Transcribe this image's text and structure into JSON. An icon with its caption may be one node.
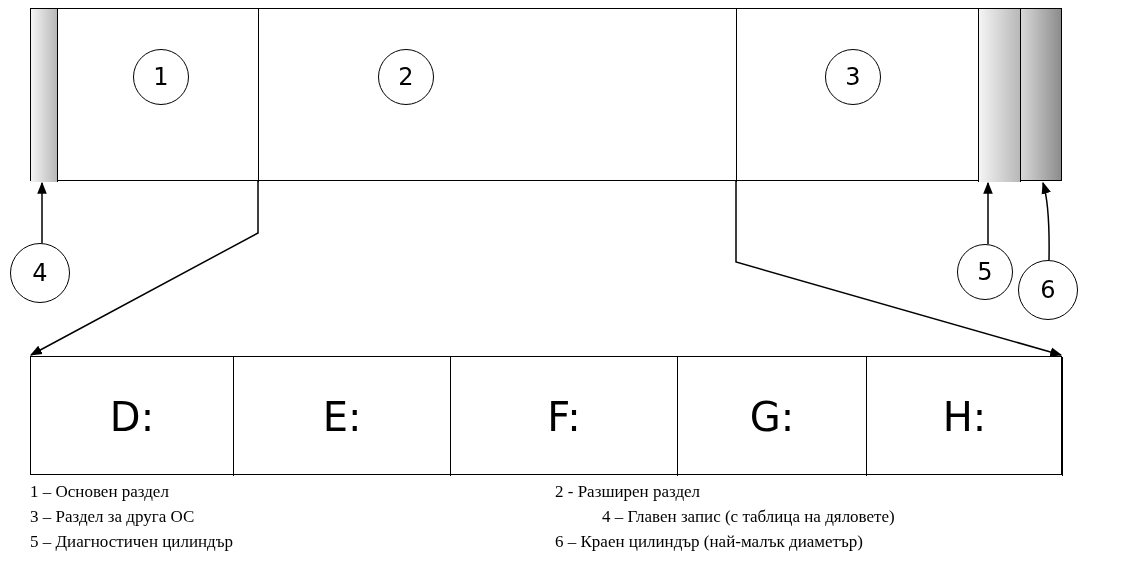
{
  "diagram": {
    "nodes": [
      {
        "text": [],
        "shape": "bar"
      },
      {
        "text": [],
        "shape": "box",
        "in": 0
      },
      {
        "text": [],
        "shape": "box",
        "in": 0
      },
      {
        "text": [
          "1"
        ],
        "in": 2
      },
      {
        "text": [],
        "shape": "box",
        "in": 0
      },
      {
        "text": [
          "2"
        ],
        "in": 4
      },
      {
        "text": [],
        "shape": "box",
        "in": 0
      },
      {
        "text": [
          "3"
        ],
        "in": 6
      },
      {
        "text": [],
        "shape": "box",
        "in": 0
      },
      {
        "text": [],
        "shape": "box"
      },
      {
        "text": [
          "4"
        ]
      },
      {
        "text": [
          "5"
        ]
      },
      {
        "text": [
          "6"
        ]
      },
      {
        "text": [],
        "shape": "bar"
      },
      {
        "text": [
          "D:"
        ],
        "in": 13
      },
      {
        "text": [
          "E:"
        ],
        "in": 13
      },
      {
        "text": [
          "F:"
        ],
        "in": 13
      },
      {
        "text": [
          "G:"
        ],
        "in": 13
      },
      {
        "text": [
          "H:"
        ],
        "in": 13
      }
    ],
    "edges": [
      {
        "from": 10,
        "to": 1,
        "arrow": "to"
      },
      {
        "from": 11,
        "to": 8,
        "arrow": "to"
      },
      {
        "from": 12,
        "to": 9,
        "arrow": "to"
      },
      {
        "from": 4,
        "to": 13,
        "arrow": "to"
      },
      {
        "from": 4,
        "to": 13,
        "arrow": "to"
      }
    ],
    "labels": [
      "1 – Основен раздел",
      "2 - Разширен раздел",
      "3 – Раздел за друга ОС",
      "4 – Главен запис (с таблица на дяловете)",
      "5 – Диагностичен цилиндър",
      "6 – Краен цилиндър (най-малък диаметър)"
    ]
  }
}
